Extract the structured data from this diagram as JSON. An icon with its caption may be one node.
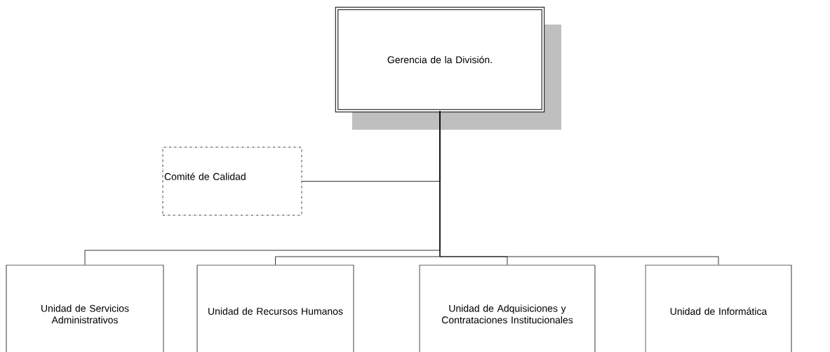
{
  "diagram": {
    "nodes": [
      {
        "text": [
          "Gerencia de la División."
        ]
      },
      {
        "text": [
          "Comité de Calidad"
        ]
      },
      {
        "text": [
          "Unidad de Servicios Administrativos"
        ]
      },
      {
        "text": [
          "Unidad de Recursos Humanos"
        ]
      },
      {
        "text": [
          "Unidad de Adquisiciones y Contrataciones Institucionales"
        ]
      },
      {
        "text": [
          "Unidad de Informática"
        ]
      }
    ],
    "edges": [
      {
        "from": 0,
        "to": 1,
        "arrow": "none"
      },
      {
        "from": 0,
        "to": 2,
        "arrow": "none"
      },
      {
        "from": 0,
        "to": 3,
        "arrow": "none"
      },
      {
        "from": 0,
        "to": 4,
        "arrow": "none"
      },
      {
        "from": 0,
        "to": 5,
        "arrow": "none"
      }
    ]
  }
}
